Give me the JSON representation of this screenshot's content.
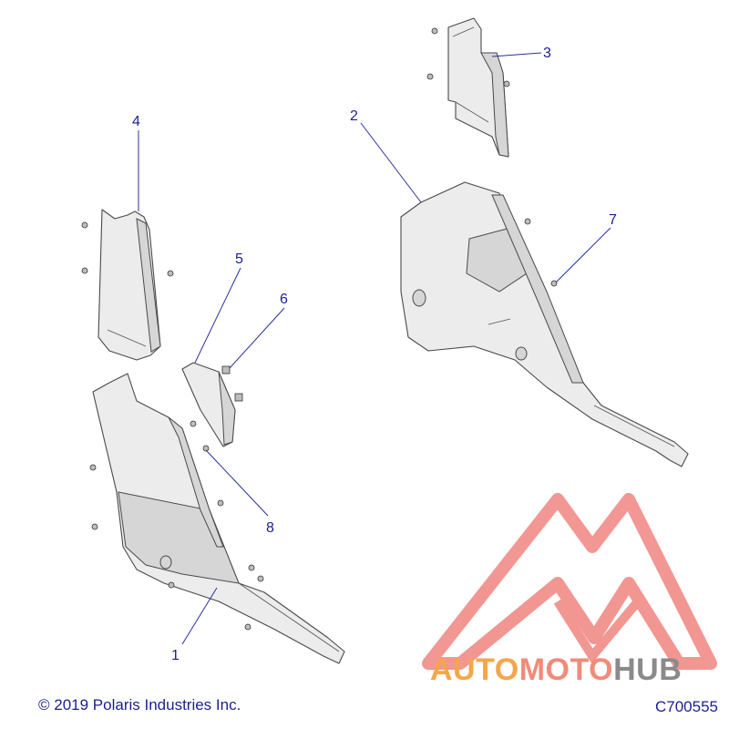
{
  "diagram": {
    "callouts": [
      "1",
      "2",
      "3",
      "4",
      "5",
      "6",
      "7",
      "8"
    ],
    "copyright": "© 2019 Polaris Industries Inc.",
    "code": "C700555"
  },
  "watermark": {
    "logo_parts": [
      "AUTO",
      "MOTO",
      "HUB"
    ],
    "colors": {
      "auto": "#f4a64a",
      "moto": "#f28a7a",
      "hub": "#8a8a8a",
      "triangle": "#e8413a"
    }
  },
  "colors": {
    "callout": "#1b1f8c",
    "part_fill": "#ececec",
    "part_stroke": "#4a4a4a"
  }
}
